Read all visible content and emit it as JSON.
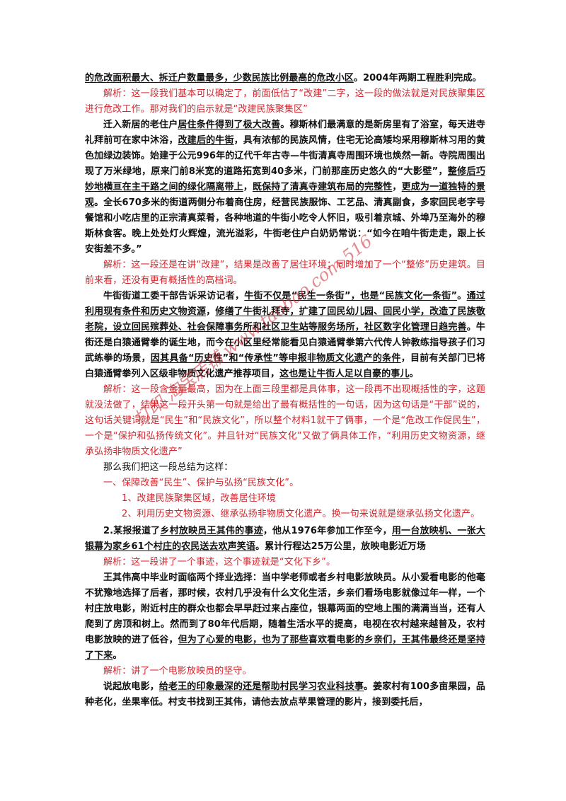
{
  "doc": {
    "p1": [
      "的危改面积最大、拆迁户数量最多，少数民族比例最高的危改小区",
      "。2004年两期工程胜利完成。"
    ],
    "a1": "解析：这一段我们基本可以确定了，前面低估了“改建”二字，这一段的做法就是对民族聚集区进行危改工作。那对我们的启示就是“改建民族聚集区”",
    "p2": [
      "迁入新居的老住户",
      "居住条件得到了极大改善",
      "。穆斯林们最满意的是新房里有了浴室，每天进寺礼拜前可在家中沐浴，",
      "改建后的牛街",
      "，具有浓郁的民族风情，住宅无论高矮均采用穆斯林习用的黄色加绿边装饰。始建于公元996年的辽代千年古寺—牛街清真寺周围环境也焕然一新。寺院周围出现了万米绿地，原来门前8米宽的道路拓宽到40多米，门前那座历史悠久的“大影壁”，",
      "整修后巧妙地横亘在主干路之间的绿化隔离带上",
      "，",
      "既保持了清真寺建筑布局的完整性",
      "，",
      "更成为一道独特的景观",
      "。全长670多米的街道两侧分布着商住房，经营民族服饰、工艺品、清真副食，多家回民老字号餐馆和小吃店里的正宗清真菜肴，各种地道的牛街小吃令人怀旧，吸引着京城、外埠乃至海外的穆斯林食客。晚上处处灯火辉煌，流光溢彩，牛街老住户白奶奶常说：“如今在咱牛街走走，跟上长安街差不多。”"
    ],
    "a2": "解析：这一段还是在讲“改建”，结果是改善了居住环境；同时增加了一个“整修”历史建筑。目前来看，还没有更有概括性的高档词。",
    "p3": [
      "牛街街道工委干部告诉采访记者，",
      "牛街不仅是“民生一条街”，也是“民族文化一条街”",
      "。",
      "通过利用现有条件和历史文物资源",
      "，",
      "修缮了牛街礼拜寺，扩建了回民幼儿园、回民小学，改造了民族敬老院，设立回民殡葬处、社会保障事务所和社区卫生站等服务场所，社区数字化管理日趋完善",
      "。牛街还是白猿通臂拳的诞生地，而今在小区里经常能看见白猿通臂拳第六代传人钟教练指导孩子们习武练拳的场景，",
      "因其具备“历史性”和“传承性”等申报非物质文化遗产的条件",
      "，目前有关部门已将白猿通臂拳列入区级非物质文化遗产推荐项目，",
      "这也是让牛街人足以自豪的事儿",
      "。"
    ],
    "a3": "解析：这一段含金量最高，因为在上面三段里都是具体事，这一段再不出现概括性的字，这题就没法做了，结果这一段开头第一句就是给出了最有概括性的一句话，因为这句话是“干部”说的，这句话关键词就是“民生”和“民族文化”，所以整个材料1就干了俩事，一个是“危改工作促民生”，一个是“保护和弘扬传统文化”。并且针对“民族文化”又做了俩具体工作，“利用历史文物资源，继承弘扬非物质文化遗产”",
    "sum_intro": "那么我们把这一段总结为这样：",
    "sum_1": "一、保障改善“民生”、保护与弘扬“民族文化”。",
    "sum_1_1": "1、改建民族聚集区域，改善居住环境",
    "sum_1_2": "2、利用历史文物资源、继承弘扬非物质文化遗产。换一句来说就是继承弘扬文化遗产。",
    "p4": [
      "2.某报报道了",
      "乡村放映员王其伟的事迹",
      "，他从1976年参加工作至今，",
      "用一台放映机、一张大银幕为家乡61个村庄的农民送去欢声笑语",
      "。累计行程达25万公里，放映电影近万场"
    ],
    "a4": "解析：这一段讲了一个事迹，这个事迹就是“文化下乡”。",
    "p5": [
      "王其伟高中毕业时面临两个择业选择：当中学老师或者乡村电影放映员。从小爱看电影的他毫不犹豫地选择了后者，那时候，农村几乎没有什么文化生活，乡亲们看场电影就像过年一样，一个村庄放电影，附近村庄的群众也都会早早赶过来占座位，银幕两面的空地上围的满满当当，还有人爬到了房顶和树上。然而到了80年代后期，随着生活水平的提高，电视在农村越来越普及，农村电影放映的进了低谷，",
      "但为了心爱的电影，也为了那些喜欢看电影的乡亲们，王其伟最终还是坚持了下来",
      "。"
    ],
    "a5": "解析：讲了一个电影放映员的坚守。",
    "p6": [
      "说起放电影，",
      "给老王的印象最深的还是帮助村民学习农业科技事",
      "。姜家村有100多亩果园，品种老化，坐果率低。村支书找到王其伟，请他去放点苹果管理的影片，接到委托后，"
    ]
  },
  "watermark": "打印 淘宝店铺 www.taobao.com 516",
  "colors": {
    "annotation": "#d2262d",
    "body": "#111111"
  }
}
